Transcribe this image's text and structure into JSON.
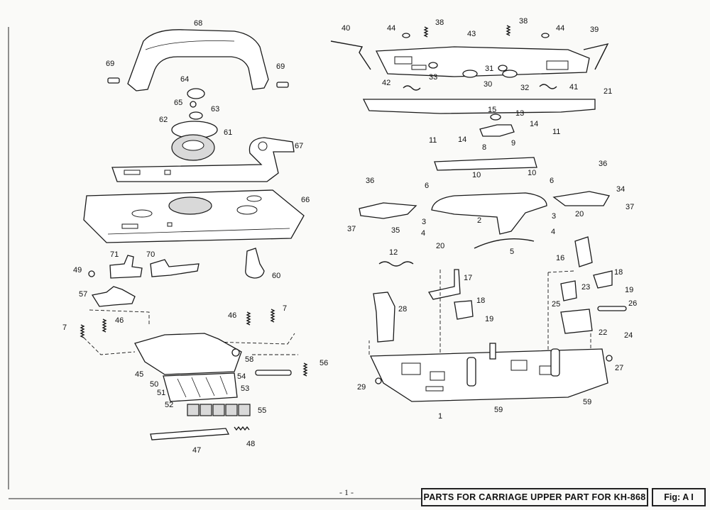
{
  "document": {
    "page_number": "- 1 -",
    "title": "PARTS FOR CARRIAGE UPPER PART FOR KH-868",
    "figure": "Fig: A I"
  },
  "callouts": [
    "68",
    "69",
    "69",
    "64",
    "65",
    "63",
    "62",
    "61",
    "67",
    "66",
    "71",
    "70",
    "49",
    "60",
    "57",
    "46",
    "7",
    "7",
    "46",
    "45",
    "58",
    "56",
    "50",
    "54",
    "51",
    "53",
    "52",
    "55",
    "47",
    "48",
    "40",
    "44",
    "38",
    "43",
    "38",
    "44",
    "39",
    "31",
    "33",
    "30",
    "32",
    "42",
    "41",
    "21",
    "15",
    "13",
    "14",
    "14",
    "11",
    "9",
    "8",
    "11",
    "10",
    "10",
    "36",
    "6",
    "6",
    "36",
    "34",
    "3",
    "2",
    "3",
    "37",
    "35",
    "4",
    "4",
    "37",
    "20",
    "5",
    "12",
    "20",
    "16",
    "17",
    "18",
    "19",
    "28",
    "23",
    "25",
    "26",
    "18",
    "19",
    "22",
    "24",
    "29",
    "27",
    "1",
    "59",
    "59"
  ]
}
